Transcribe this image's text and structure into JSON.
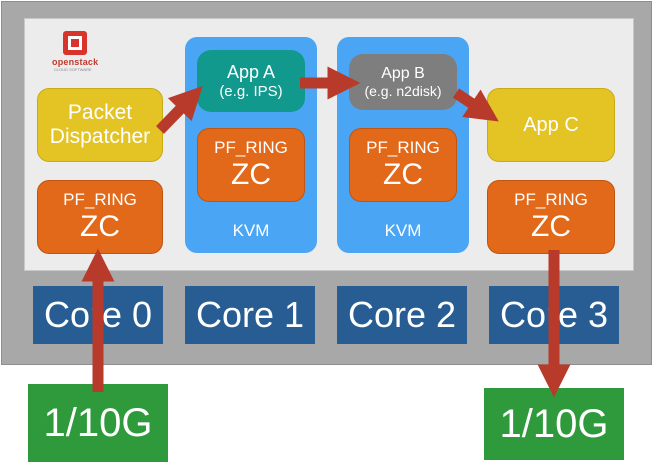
{
  "logo": {
    "icon": "openstack-logo-icon",
    "text": "openstack",
    "subtext": "CLOUD SOFTWARE"
  },
  "packet_dispatcher": {
    "line1": "Packet",
    "line2": "Dispatcher"
  },
  "pf_ring": {
    "line1": "PF_RING",
    "line2": "ZC"
  },
  "app_a": {
    "line1": "App  A",
    "line2": "(e.g. IPS)"
  },
  "app_b": {
    "line1": "App B",
    "line2": "(e.g. n2disk)"
  },
  "app_c": {
    "label": "App C"
  },
  "kvm": {
    "label": "KVM"
  },
  "cores": [
    "Core 0",
    "Core 1",
    "Core 2",
    "Core 3"
  ],
  "links": {
    "in": "1/10G",
    "out": "1/10G"
  },
  "colors": {
    "arrow": "#b83a2a",
    "orange": "#e2681a",
    "yellow": "#e3c424",
    "teal": "#12998d",
    "kvm": "#4aa6f4",
    "core": "#275d93",
    "link": "#2e9a3b"
  }
}
